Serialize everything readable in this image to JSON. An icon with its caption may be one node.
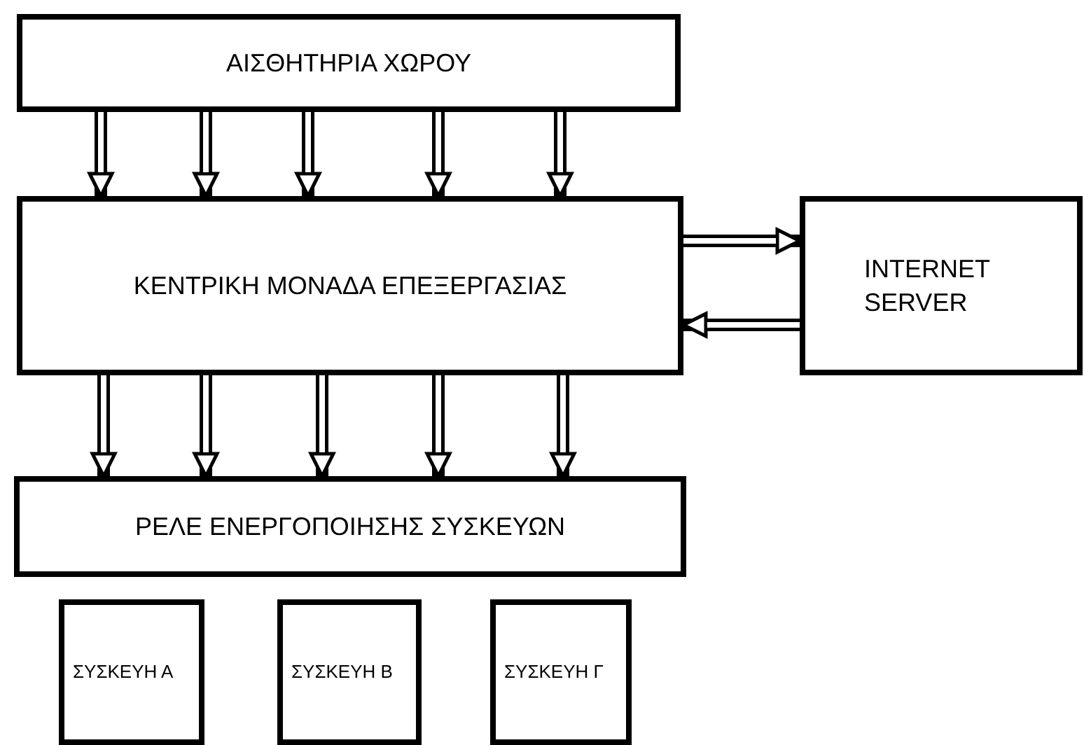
{
  "diagram": {
    "nodes": [
      {
        "text": [
          "ΑΙΣΘΗΤΗΡΙΑ ΧΩΡΟΥ"
        ]
      },
      {
        "text": [
          "ΚΕΝΤΡΙΚΗ ΜΟΝΑΔΑ ΕΠΕΞΕΡΓΑΣΙΑΣ"
        ]
      },
      {
        "text": [
          "INTERNET SERVER"
        ]
      },
      {
        "text": [
          "ΡΕΛΕ ΕΝΕΡΓΟΠΟΙΗΣΗΣ ΣΥΣΚΕΥΩΝ"
        ]
      },
      {
        "text": [
          "ΣΥΣΚΕΥΗ Α"
        ]
      },
      {
        "text": [
          "ΣΥΣΚΕΥΗ Β"
        ]
      },
      {
        "text": [
          "ΣΥΣΚΕΥΗ Γ"
        ]
      }
    ],
    "edges": [
      {
        "from": 0,
        "to": 1,
        "arrow": "to"
      },
      {
        "from": 0,
        "to": 1,
        "arrow": "to"
      },
      {
        "from": 0,
        "to": 1,
        "arrow": "to"
      },
      {
        "from": 0,
        "to": 1,
        "arrow": "to"
      },
      {
        "from": 0,
        "to": 1,
        "arrow": "to"
      },
      {
        "from": 1,
        "to": 2,
        "arrow": "to"
      },
      {
        "from": 2,
        "to": 1,
        "arrow": "to"
      },
      {
        "from": 1,
        "to": 3,
        "arrow": "to"
      },
      {
        "from": 1,
        "to": 3,
        "arrow": "to"
      },
      {
        "from": 1,
        "to": 3,
        "arrow": "to"
      },
      {
        "from": 1,
        "to": 3,
        "arrow": "to"
      },
      {
        "from": 1,
        "to": 3,
        "arrow": "to"
      }
    ]
  }
}
